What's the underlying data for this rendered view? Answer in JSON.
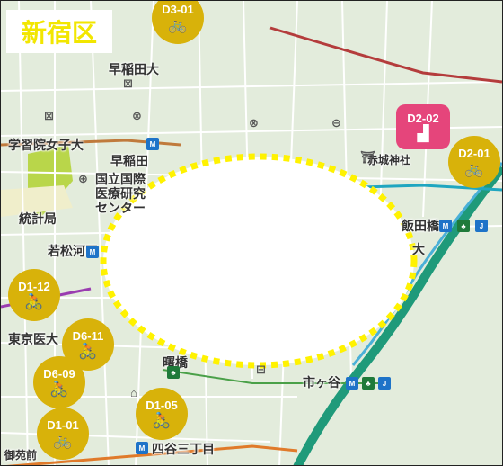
{
  "map_title": "新宿区",
  "labels": {
    "waseda_univ": "早稲田大",
    "waseda": "早稲田",
    "gakushuin": "学習院女子大",
    "ncgm": "国立国際\n医療研究\nセンター",
    "stats": "統計局",
    "wakamatsu": "若松河田",
    "akagi": "赤城神社",
    "iidabashi": "飯田橋",
    "university": "大",
    "tokyo_med": "東京医大",
    "akebonobashi": "曙橋",
    "ichigaya": "市ヶ谷",
    "yotsuya3": "四谷三丁目",
    "gyoen": "御苑前"
  },
  "pins": [
    {
      "id": "D3-01",
      "color": "gold",
      "icon": "bicycle"
    },
    {
      "id": "D2-02",
      "color": "pink",
      "icon": "person-desk"
    },
    {
      "id": "D2-01",
      "color": "gold",
      "icon": "bicycle"
    },
    {
      "id": "D1-12",
      "color": "gold",
      "icon": "cyclist"
    },
    {
      "id": "D6-11",
      "color": "gold",
      "icon": "cyclist"
    },
    {
      "id": "D6-09",
      "color": "gold",
      "icon": "cyclist"
    },
    {
      "id": "D1-05",
      "color": "gold",
      "icon": "cyclist"
    },
    {
      "id": "D1-01",
      "color": "gold",
      "icon": "bicycle"
    }
  ],
  "colors": {
    "land": "#e3ecdc",
    "pin_gold": "#d8b20a",
    "pin_pink": "#e5457b",
    "rail_green": "#1f9a7a",
    "highlight": "#fff200"
  }
}
